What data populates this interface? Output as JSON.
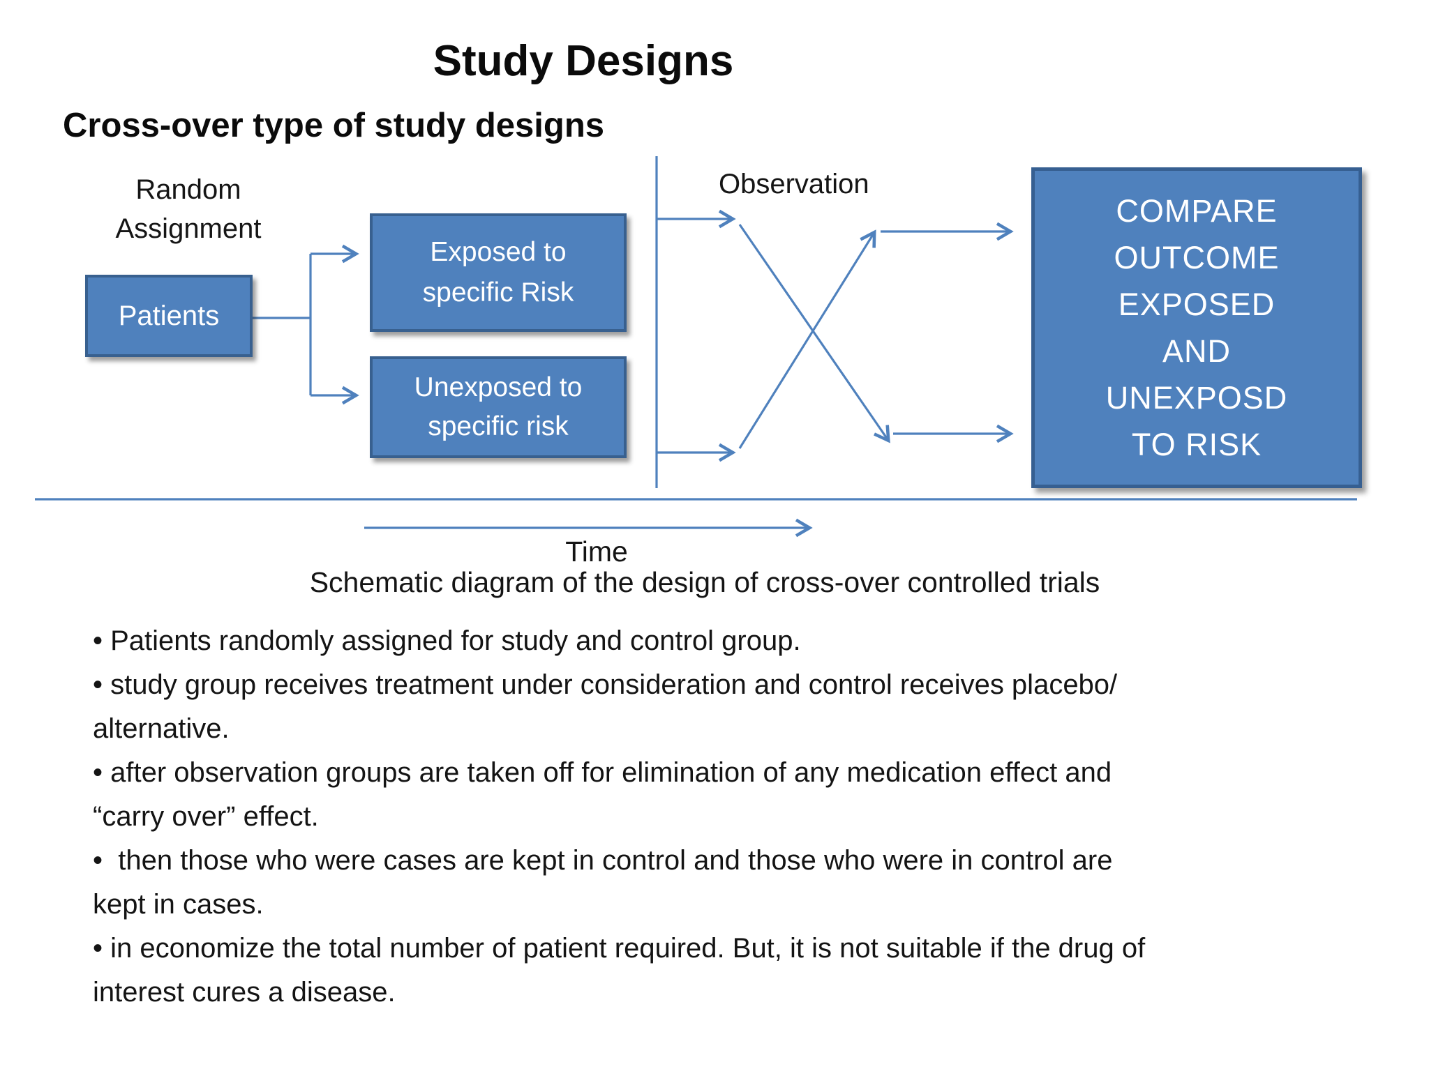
{
  "colors": {
    "box_fill": "#4f81bd",
    "box_border": "#38608f",
    "line": "#4f81bd",
    "box_text": "#ffffff",
    "text": "#111111"
  },
  "slide": {
    "title": "Study Designs",
    "subtitle": "Cross-over type of study designs",
    "diagram": {
      "random_assignment": "Random\nAssignment",
      "patients": "Patients",
      "exposed": "Exposed to\nspecific Risk",
      "unexposed": "Unexposed to\nspecific risk",
      "observation": "Observation",
      "compare_lines": [
        "COMPARE",
        "OUTCOME",
        "EXPOSED",
        "AND",
        "UNEXPOSD",
        "TO RISK"
      ],
      "time": "Time",
      "caption": "Schematic diagram of the design of cross-over controlled trials"
    },
    "bullets": [
      "• Patients randomly assigned for study and control group.",
      "• study group receives treatment under consideration and control receives placebo/\nalternative.",
      "• after observation groups are taken off for elimination of any medication effect and\n“carry over” effect.",
      "•  then those who were cases are kept in control and those who were in control are\nkept in cases.",
      "• in economize the total number of patient required. But, it is not suitable if the drug of\ninterest cures a disease."
    ]
  }
}
